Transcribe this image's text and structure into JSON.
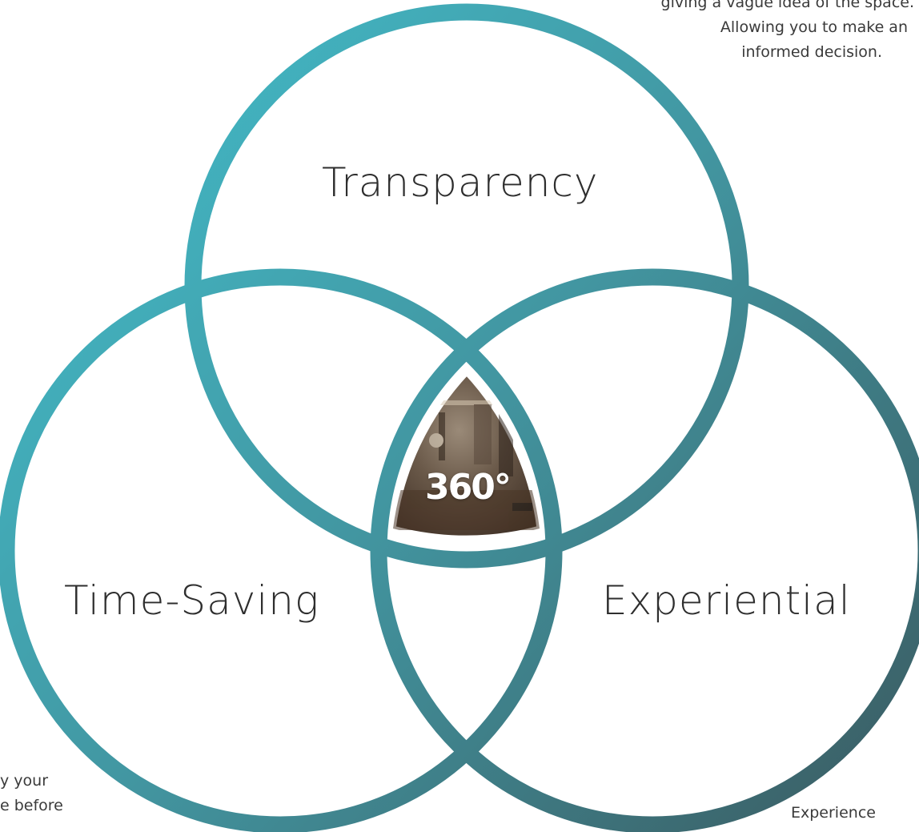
{
  "circles": [
    {
      "name": "Transparency"
    },
    {
      "name": "Time-Saving"
    },
    {
      "name": "Experiential"
    }
  ],
  "center": {
    "label": "360°"
  },
  "notes": {
    "top_right": [
      "giving a vague idea of the space.",
      "Allowing you to make an",
      "informed decision."
    ],
    "bottom_left": [
      "y your",
      "e before"
    ],
    "bottom_right": [
      "Experience"
    ]
  },
  "colors": {
    "ring_start": "#41c2d0",
    "ring_mid": "#4296a1",
    "ring_end": "#3a5a60",
    "center_photo_dark": "#3e2f25",
    "center_photo_light": "#9a8a78",
    "text": "#2e2e2e"
  }
}
